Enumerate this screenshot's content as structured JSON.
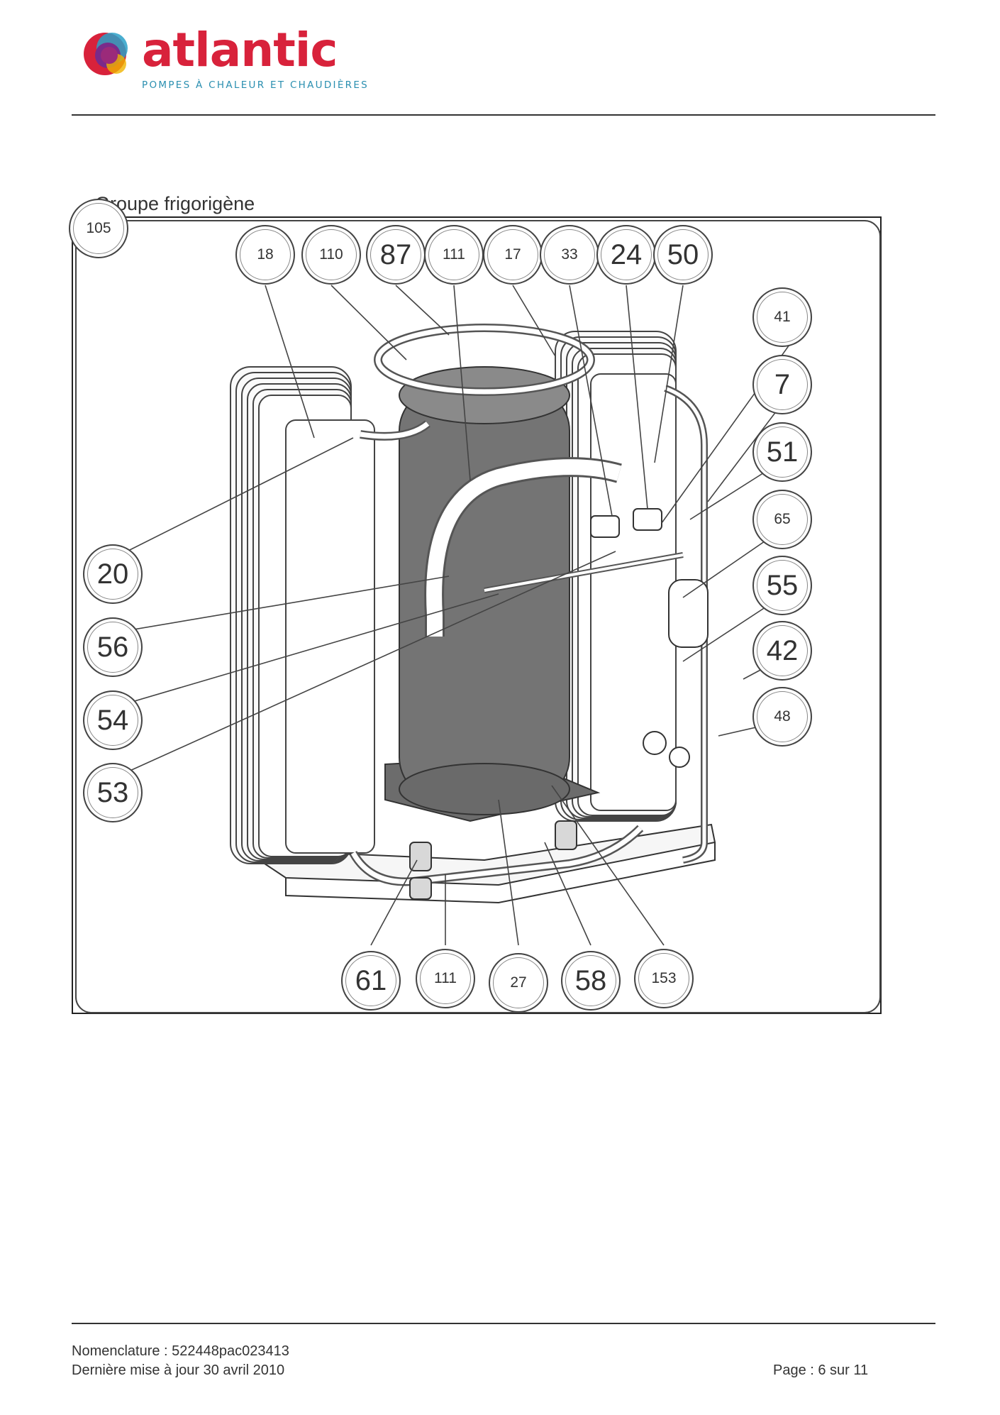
{
  "header": {
    "brand": "atlantic",
    "tagline": "POMPES À CHALEUR ET CHAUDIÈRES",
    "brand_color": "#d8223b",
    "tagline_color": "#2a8fb0"
  },
  "section_title": "Groupe frigorigène",
  "callouts": {
    "c105": "105",
    "c18": "18",
    "c110": "110",
    "c87": "87",
    "c111a": "111",
    "c17": "17",
    "c33": "33",
    "c24": "24",
    "c50": "50",
    "c41": "41",
    "c7": "7",
    "c51": "51",
    "c65": "65",
    "c55": "55",
    "c42": "42",
    "c48": "48",
    "c20": "20",
    "c56": "56",
    "c54": "54",
    "c53": "53",
    "c61": "61",
    "c111b": "111",
    "c27": "27",
    "c58": "58",
    "c153": "153"
  },
  "footer": {
    "nomenclature": "Nomenclature : 522448pac023413",
    "updated": "Dernière mise à jour 30 avril 2010",
    "page": "Page : 6 sur 11"
  }
}
